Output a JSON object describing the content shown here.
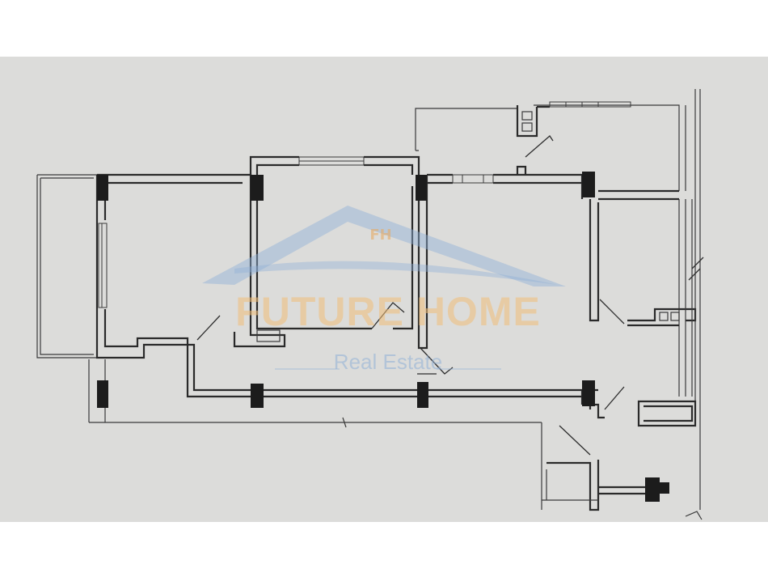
{
  "watermark": {
    "mark": "FH",
    "title": "FUTURE HOME",
    "subtitle": "Real Estate",
    "colors": {
      "title": "#f0be78",
      "subtitle": "#96b4d7",
      "roof": "#8fb0d8"
    }
  },
  "drawing": {
    "paper_color": "#dcdcda",
    "ink_color": "#2a2a2a"
  }
}
